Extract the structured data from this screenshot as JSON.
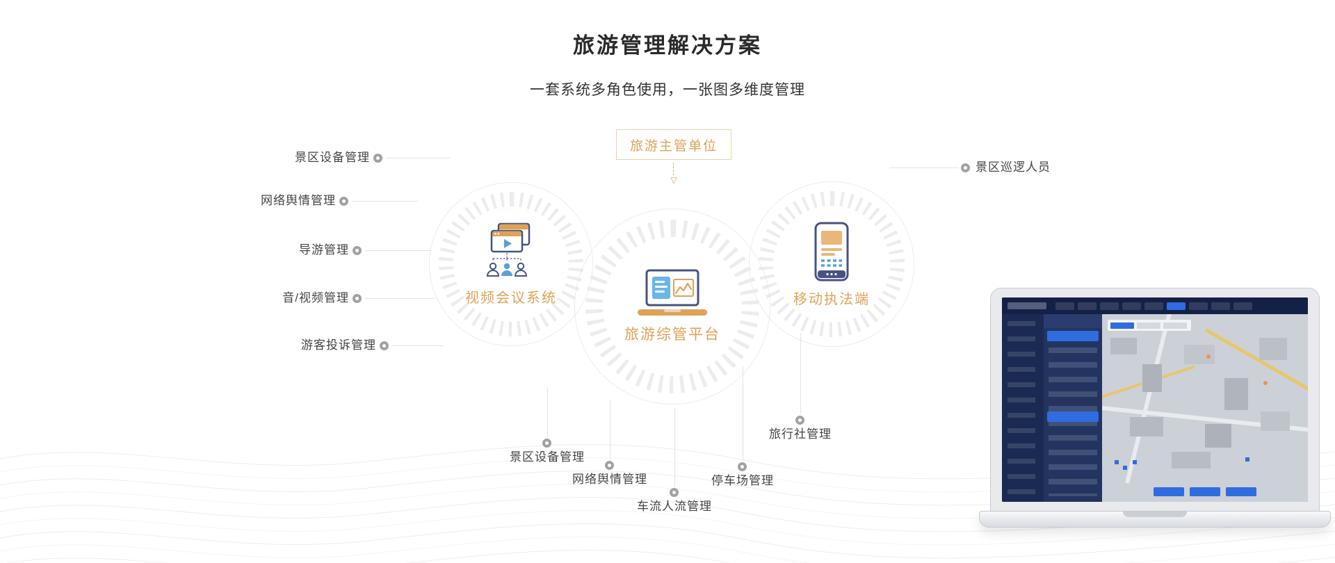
{
  "page": {
    "title": "旅游管理解决方案",
    "subtitle": "一套系统多角色使用，一张图多维度管理"
  },
  "diagram": {
    "top_box": {
      "label": "旅游主管单位"
    },
    "circles": [
      {
        "label": "视频会议系统"
      },
      {
        "label": "旅游综管平台"
      },
      {
        "label": "移动执法端"
      }
    ],
    "left_items": [
      "景区设备管理",
      "网络舆情管理",
      "导游管理",
      "音/视频管理",
      "游客投诉管理"
    ],
    "right_items": [
      "景区巡逻人员"
    ],
    "bottom_items": [
      "景区设备管理",
      "网络舆情管理",
      "车流人流管理",
      "停车场管理",
      "旅行社管理"
    ]
  },
  "icons": {
    "down_arrow": "▽"
  },
  "colors": {
    "accent_orange": "#DFA257",
    "navy": "#46537F",
    "blue": "#5A9FD6",
    "line_gray": "#E3E3E3",
    "label_gray": "#444444"
  }
}
